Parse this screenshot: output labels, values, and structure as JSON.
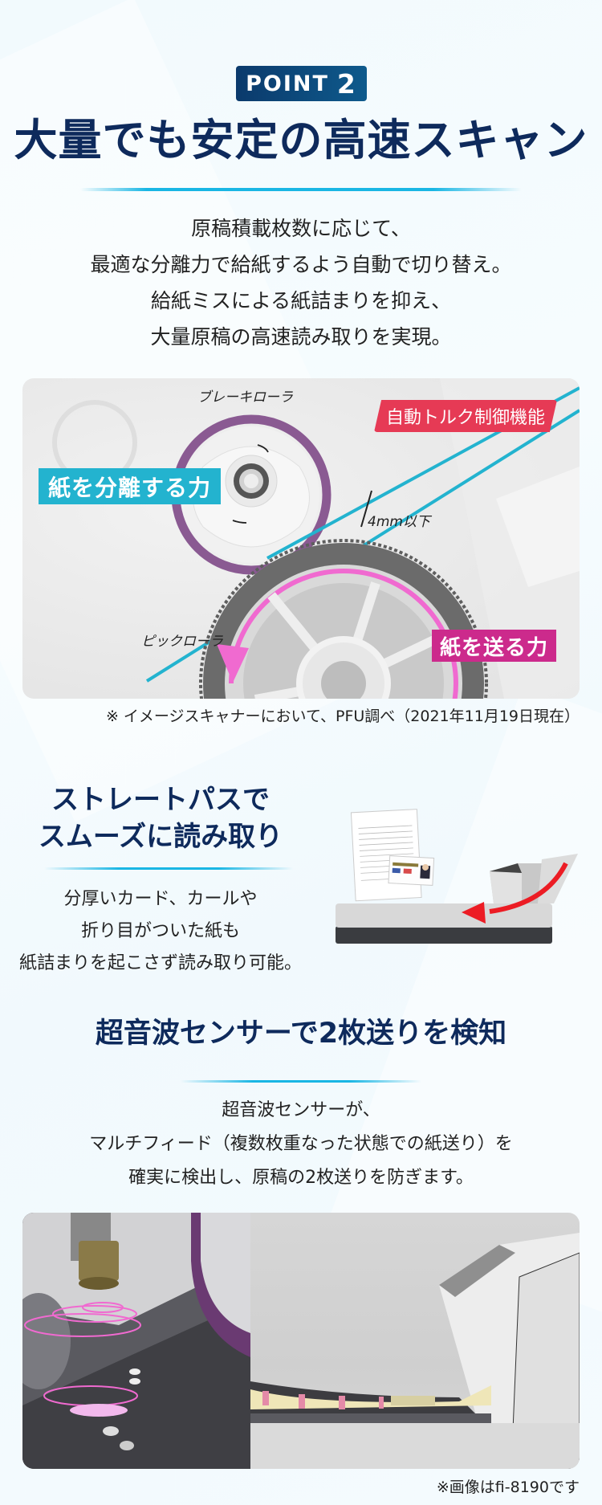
{
  "header": {
    "badge_text": "POINT",
    "badge_number": "2",
    "title": "大量でも安定の高速スキャン",
    "intro_lines": [
      "原稿積載枚数に応じて、",
      "最適な分離力で給紙するよう自動で切り替え。",
      "給紙ミスによる紙詰まりを抑え、",
      "大量原稿の高速読み取りを実現。"
    ]
  },
  "diagram": {
    "brake_roller_label": "ブレーキローラ",
    "pick_roller_label": "ピックローラ",
    "separation_force_tag": "紙を分離する力",
    "feed_force_tag": "紙を送る力",
    "auto_torque_tag": "自動トルク制御機能",
    "gap_label": "4mm以下",
    "colors": {
      "brake_ring": "#8a5a92",
      "paper_path": "#23b3cf",
      "feed_arrow": "#f06ad0",
      "separation_tag": "#23b3cf",
      "auto_torque_tag": "#e63a55",
      "feed_tag": "#cc2a8c"
    },
    "note": "※ イメージスキャナーにおいて、PFU調べ（2021年11月19日現在）"
  },
  "straight_path": {
    "title_lines": [
      "ストレートパスで",
      "スムーズに読み取り"
    ],
    "body_lines": [
      "分厚いカード、カールや",
      "折り目がついた紙も",
      "紙詰まりを起こさず読み取り可能。"
    ]
  },
  "ultrasonic": {
    "title": "超音波センサーで2枚送りを検知",
    "body_lines": [
      "超音波センサーが、",
      "マルチフィード（複数枚重なった状態での紙送り）を",
      "確実に検出し、原稿の2枚送りを防ぎます。"
    ],
    "note": "※画像はfi-8190です"
  },
  "colors": {
    "title_navy": "#0e2a5c",
    "accent_cyan": "#19b6e4",
    "badge_bg": "#0b3a6c"
  }
}
